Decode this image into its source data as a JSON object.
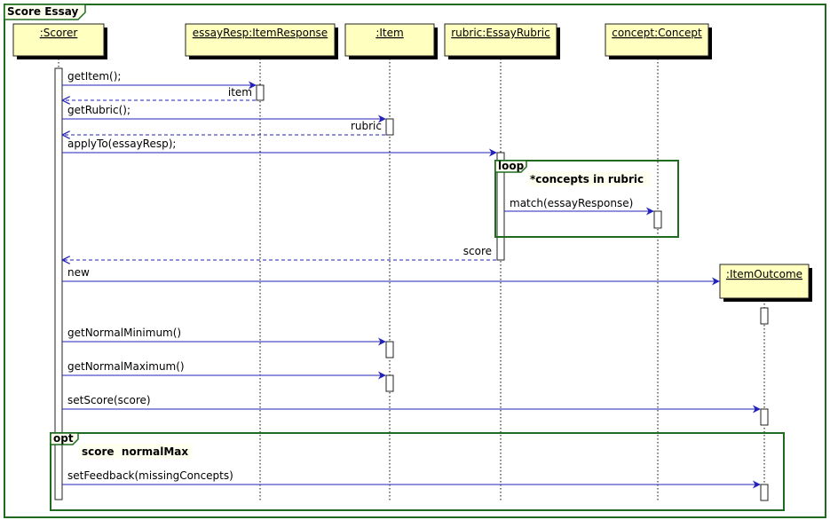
{
  "diagram": {
    "title": "Score Essay",
    "participants": [
      {
        "id": "scorer",
        "name": ":Scorer"
      },
      {
        "id": "essayresp",
        "name": "essayResp:ItemResponse"
      },
      {
        "id": "item",
        "name": ":Item"
      },
      {
        "id": "rubric",
        "name": "rubric:EssayRubric"
      },
      {
        "id": "concept",
        "name": "concept:Concept"
      },
      {
        "id": "outcome",
        "name": ":ItemOutcome"
      }
    ],
    "messages": [
      {
        "id": "m1",
        "from": "scorer",
        "to": "essayresp",
        "label": "getItem();",
        "kind": "call"
      },
      {
        "id": "m2",
        "from": "essayresp",
        "to": "scorer",
        "label": "item",
        "kind": "return"
      },
      {
        "id": "m3",
        "from": "scorer",
        "to": "item",
        "label": "getRubric();",
        "kind": "call"
      },
      {
        "id": "m4",
        "from": "item",
        "to": "scorer",
        "label": "rubric",
        "kind": "return"
      },
      {
        "id": "m5",
        "from": "scorer",
        "to": "rubric",
        "label": "applyTo(essayResp);",
        "kind": "call"
      },
      {
        "id": "m6",
        "from": "rubric",
        "to": "concept",
        "label": "match(essayResponse)",
        "kind": "call"
      },
      {
        "id": "m7",
        "from": "rubric",
        "to": "scorer",
        "label": "score",
        "kind": "return"
      },
      {
        "id": "m8",
        "from": "scorer",
        "to": "outcome",
        "label": "new",
        "kind": "create"
      },
      {
        "id": "m9",
        "from": "scorer",
        "to": "item",
        "label": "getNormalMinimum()",
        "kind": "call"
      },
      {
        "id": "m10",
        "from": "scorer",
        "to": "item",
        "label": "getNormalMaximum()",
        "kind": "call"
      },
      {
        "id": "m11",
        "from": "scorer",
        "to": "outcome",
        "label": "setScore(score)",
        "kind": "call"
      },
      {
        "id": "m12",
        "from": "scorer",
        "to": "outcome",
        "label": "setFeedback(missingConcepts)",
        "kind": "call"
      }
    ],
    "fragments": [
      {
        "id": "loop",
        "operator": "loop",
        "guard": "*concepts in rubric"
      },
      {
        "id": "opt",
        "operator": "opt",
        "guard": "score  normalMax"
      }
    ]
  }
}
